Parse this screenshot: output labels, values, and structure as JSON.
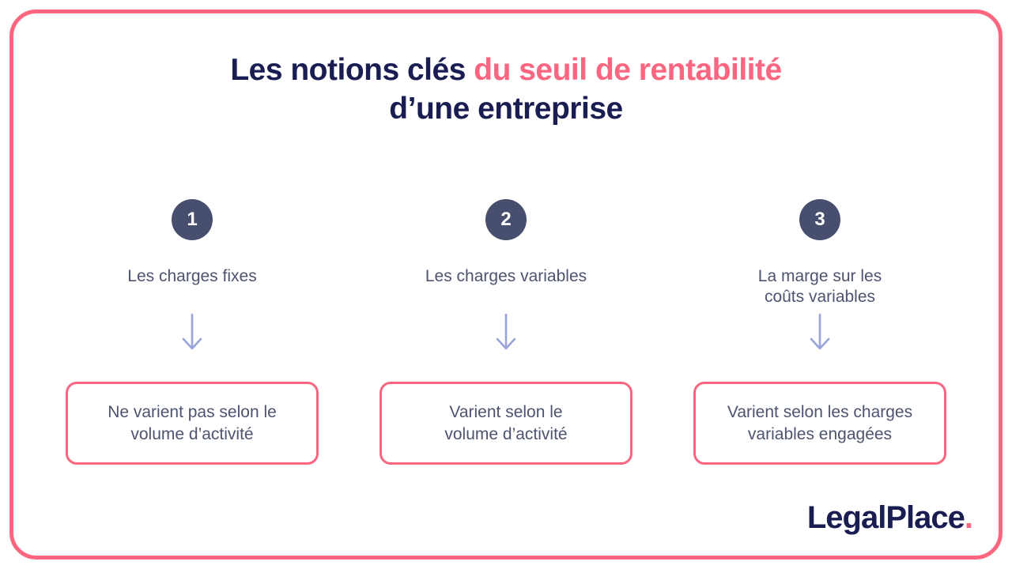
{
  "title": {
    "line1_part1": "Les notions clés",
    "line1_part2": "du seuil de rentabilité",
    "line2": "d’une entreprise"
  },
  "columns": [
    {
      "number": "1",
      "label_lines": [
        "Les charges fixes"
      ],
      "box_lines": [
        "Ne varient pas selon le",
        "volume d’activité"
      ]
    },
    {
      "number": "2",
      "label_lines": [
        "Les charges variables"
      ],
      "box_lines": [
        "Varient selon le",
        "volume d’activité"
      ]
    },
    {
      "number": "3",
      "label_lines": [
        "La marge sur les",
        "coûts variables"
      ],
      "box_lines": [
        "Varient selon les charges",
        "variables engagées"
      ]
    }
  ],
  "logo": {
    "text": "LegalPlace",
    "dot": "."
  },
  "colors": {
    "pink": "#fa6580",
    "navy": "#191d52",
    "circle_slate": "#484e6d",
    "text_slate": "#4d5370",
    "arrow_lavender": "#9aa4d8",
    "background": "#ffffff"
  }
}
